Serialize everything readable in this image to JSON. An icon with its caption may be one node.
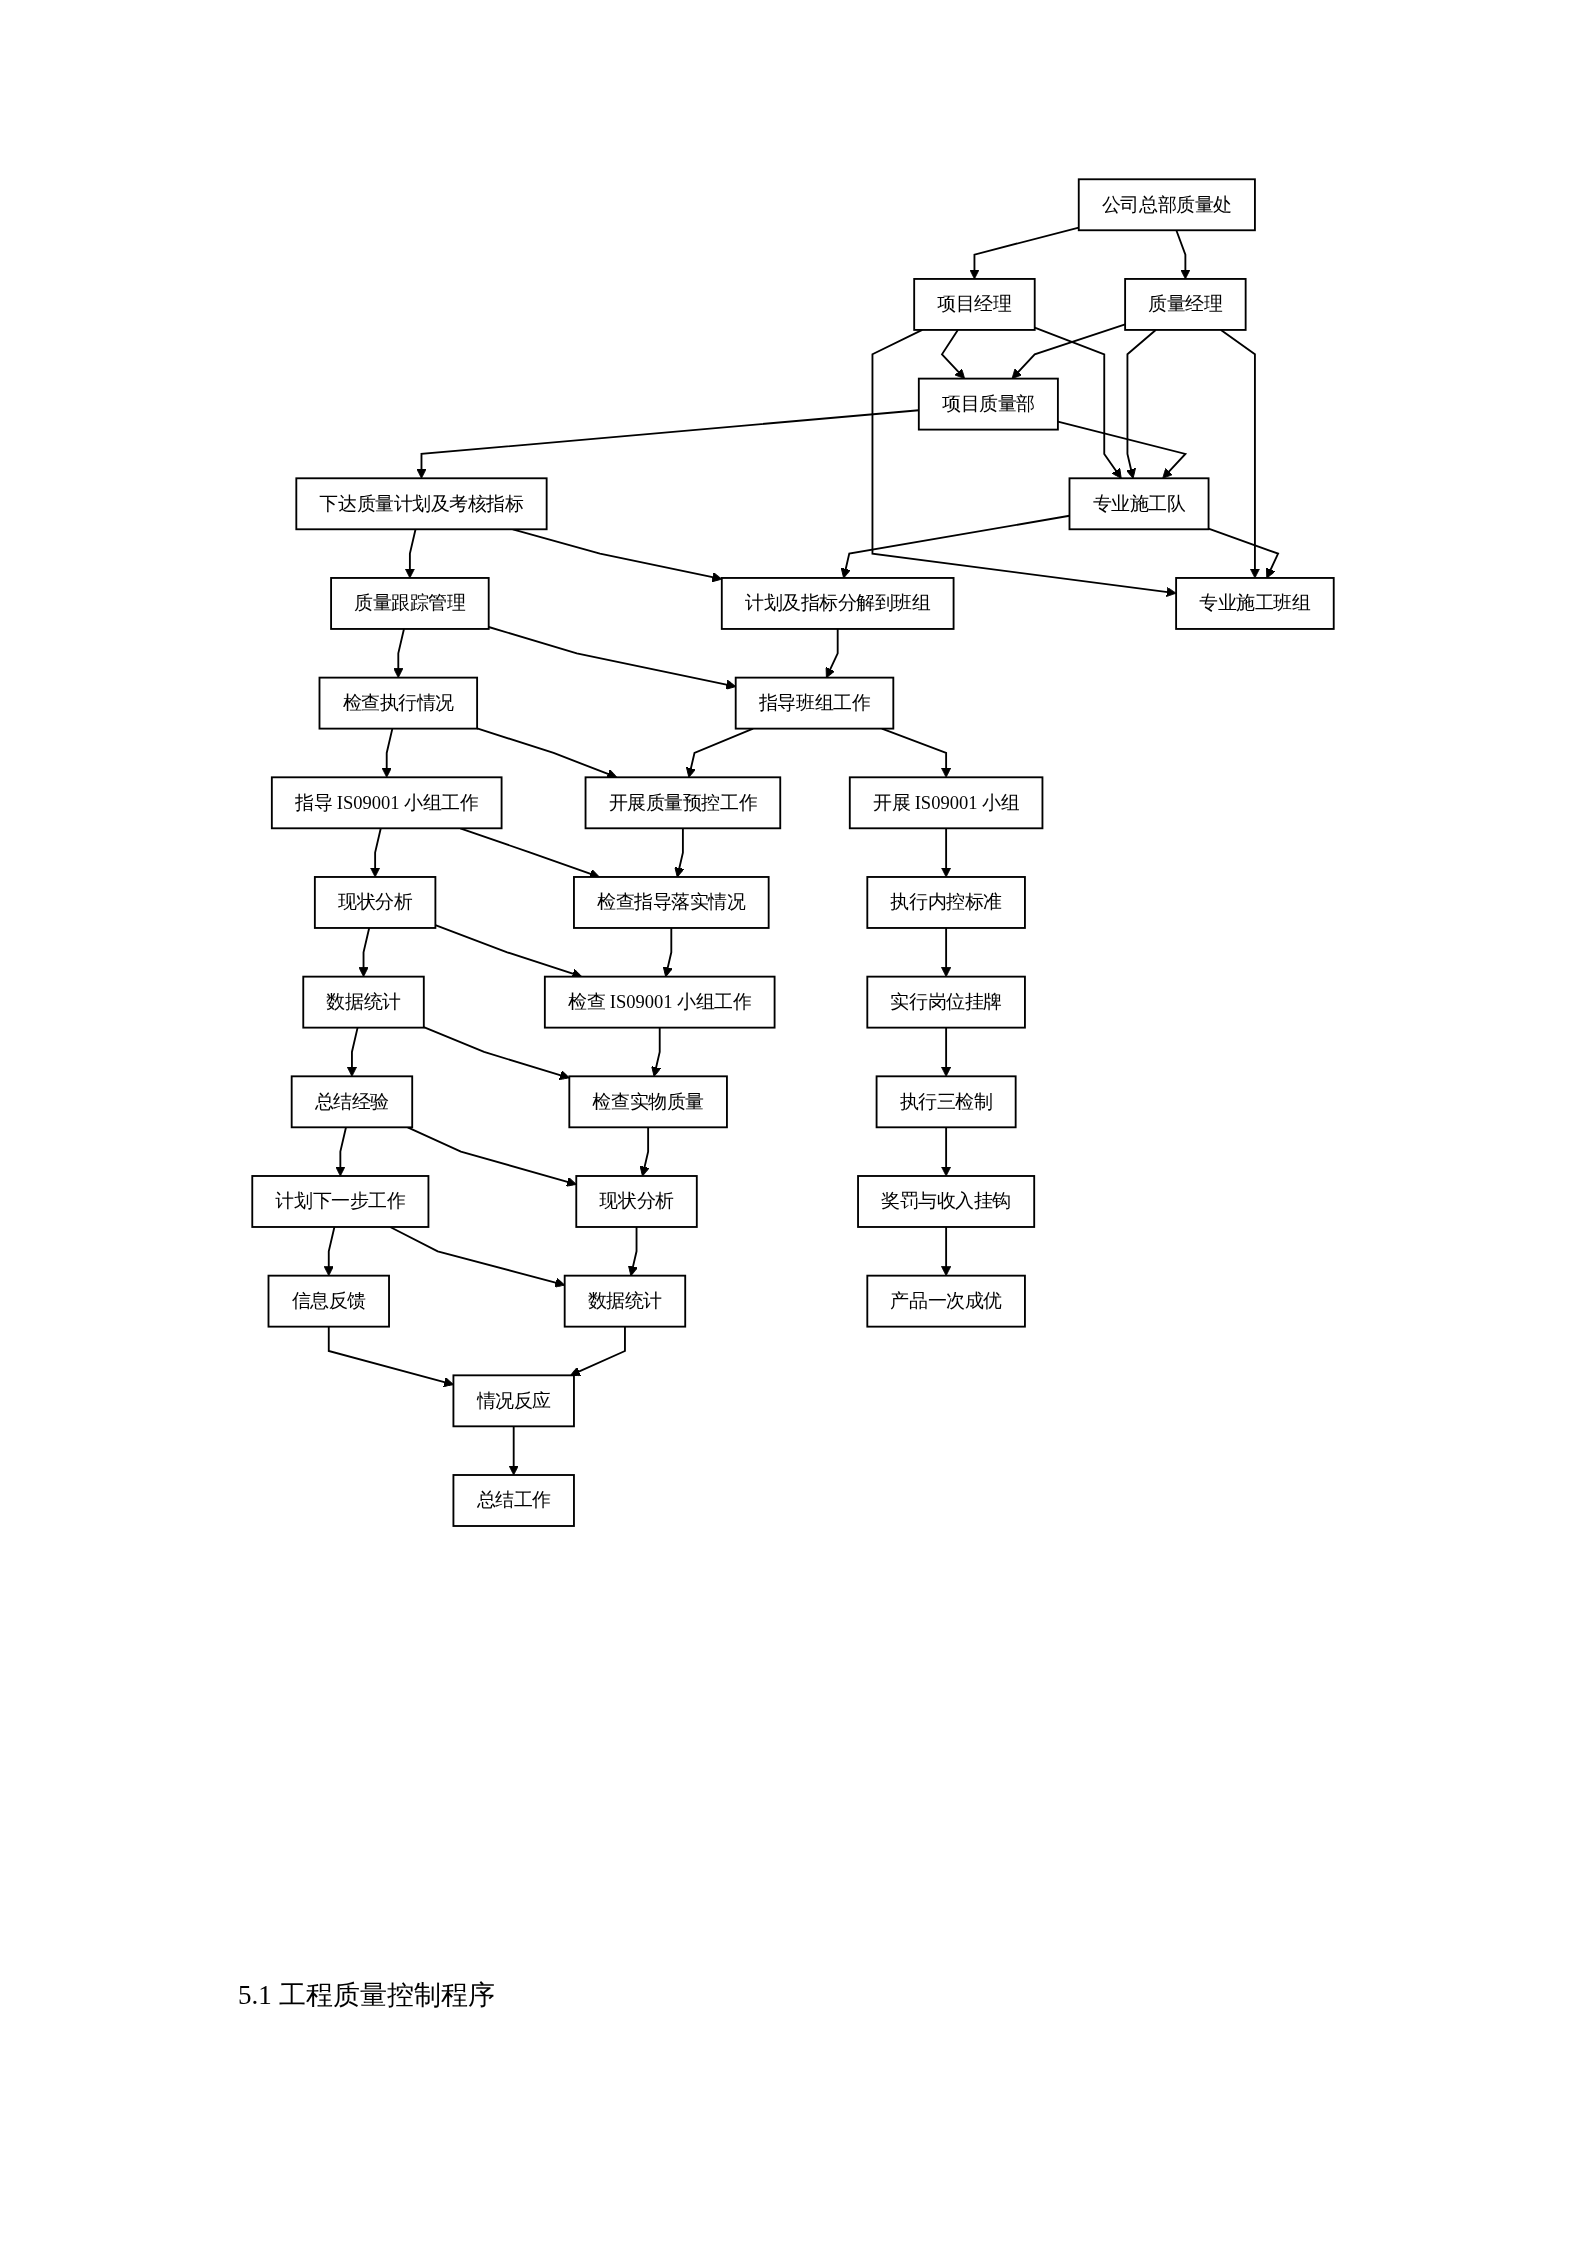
{
  "diagram": {
    "nodes": [
      {
        "text": [
          "公司总部质量处"
        ]
      },
      {
        "text": [
          "项目经理"
        ]
      },
      {
        "text": [
          "质量经理"
        ]
      },
      {
        "text": [
          "项目质量部"
        ]
      },
      {
        "text": [
          "专业施工队"
        ]
      },
      {
        "text": [
          "专业施工班组"
        ]
      },
      {
        "text": [
          "下达质量计划及考核指标"
        ]
      },
      {
        "text": [
          "计划及指标分解到班组"
        ]
      },
      {
        "text": [
          "质量跟踪管理"
        ]
      },
      {
        "text": [
          "指导班组工作"
        ]
      },
      {
        "text": [
          "开展 IS09001 小组"
        ]
      },
      {
        "text": [
          "检查执行情况"
        ]
      },
      {
        "text": [
          "开展质量预控工作"
        ]
      },
      {
        "text": [
          "指导 IS09001 小组工作"
        ]
      },
      {
        "text": [
          "检查指导落实情况"
        ]
      },
      {
        "text": [
          "执行内控标准"
        ]
      },
      {
        "text": [
          "现状分析"
        ]
      },
      {
        "text": [
          "检查 IS09001 小组工作"
        ]
      },
      {
        "text": [
          "数据统计"
        ]
      },
      {
        "text": [
          "检查实物质量"
        ]
      },
      {
        "text": [
          "实行岗位挂牌"
        ]
      },
      {
        "text": [
          "总结经验"
        ]
      },
      {
        "text": [
          "现状分析"
        ]
      },
      {
        "text": [
          "执行三检制"
        ]
      },
      {
        "text": [
          "计划下一步工作"
        ]
      },
      {
        "text": [
          "数据统计"
        ]
      },
      {
        "text": [
          "信息反馈"
        ]
      },
      {
        "text": [
          "情况反应"
        ]
      },
      {
        "text": [
          "奖罚与收入挂钩"
        ]
      },
      {
        "text": [
          "总结工作"
        ]
      },
      {
        "text": [
          "产品一次成优"
        ]
      }
    ],
    "edges": [
      {
        "from": 0,
        "to": 1,
        "arrow": "to"
      },
      {
        "from": 0,
        "to": 2,
        "arrow": "to"
      },
      {
        "from": 1,
        "to": 3,
        "arrow": "to"
      },
      {
        "from": 1,
        "to": 4,
        "arrow": "to"
      },
      {
        "from": 1,
        "to": 5,
        "arrow": "to"
      },
      {
        "from": 2,
        "to": 3,
        "arrow": "to"
      },
      {
        "from": 2,
        "to": 4,
        "arrow": "to"
      },
      {
        "from": 2,
        "to": 5,
        "arrow": "to"
      },
      {
        "from": 3,
        "to": 4,
        "arrow": "to"
      },
      {
        "from": 4,
        "to": 5,
        "arrow": "to"
      },
      {
        "from": 3,
        "to": 6,
        "arrow": "to"
      },
      {
        "from": 6,
        "to": 8,
        "arrow": "to"
      },
      {
        "from": 8,
        "to": 11,
        "arrow": "to"
      },
      {
        "from": 11,
        "to": 13,
        "arrow": "to"
      },
      {
        "from": 13,
        "to": 16,
        "arrow": "to"
      },
      {
        "from": 16,
        "to": 18,
        "arrow": "to"
      },
      {
        "from": 18,
        "to": 21,
        "arrow": "to"
      },
      {
        "from": 21,
        "to": 24,
        "arrow": "to"
      },
      {
        "from": 24,
        "to": 26,
        "arrow": "to"
      },
      {
        "from": 6,
        "to": 7,
        "arrow": "to"
      },
      {
        "from": 8,
        "to": 9,
        "arrow": "to"
      },
      {
        "from": 11,
        "to": 12,
        "arrow": "to"
      },
      {
        "from": 13,
        "to": 14,
        "arrow": "to"
      },
      {
        "from": 16,
        "to": 17,
        "arrow": "to"
      },
      {
        "from": 18,
        "to": 19,
        "arrow": "to"
      },
      {
        "from": 21,
        "to": 22,
        "arrow": "to"
      },
      {
        "from": 24,
        "to": 25,
        "arrow": "to"
      },
      {
        "from": 26,
        "to": 27,
        "arrow": "to"
      },
      {
        "from": 4,
        "to": 7,
        "arrow": "to"
      },
      {
        "from": 7,
        "to": 9,
        "arrow": "to"
      },
      {
        "from": 9,
        "to": 12,
        "arrow": "to"
      },
      {
        "from": 12,
        "to": 14,
        "arrow": "to"
      },
      {
        "from": 14,
        "to": 17,
        "arrow": "to"
      },
      {
        "from": 17,
        "to": 19,
        "arrow": "to"
      },
      {
        "from": 19,
        "to": 22,
        "arrow": "to"
      },
      {
        "from": 22,
        "to": 25,
        "arrow": "to"
      },
      {
        "from": 25,
        "to": 27,
        "arrow": "to"
      },
      {
        "from": 27,
        "to": 29,
        "arrow": "to"
      },
      {
        "from": 9,
        "to": 10,
        "arrow": "to"
      },
      {
        "from": 10,
        "to": 15,
        "arrow": "to"
      },
      {
        "from": 15,
        "to": 20,
        "arrow": "to"
      },
      {
        "from": 20,
        "to": 23,
        "arrow": "to"
      },
      {
        "from": 23,
        "to": 28,
        "arrow": "to"
      },
      {
        "from": 28,
        "to": 30,
        "arrow": "to"
      }
    ],
    "labels": [
      "5.1 工程质量控制程序"
    ]
  }
}
